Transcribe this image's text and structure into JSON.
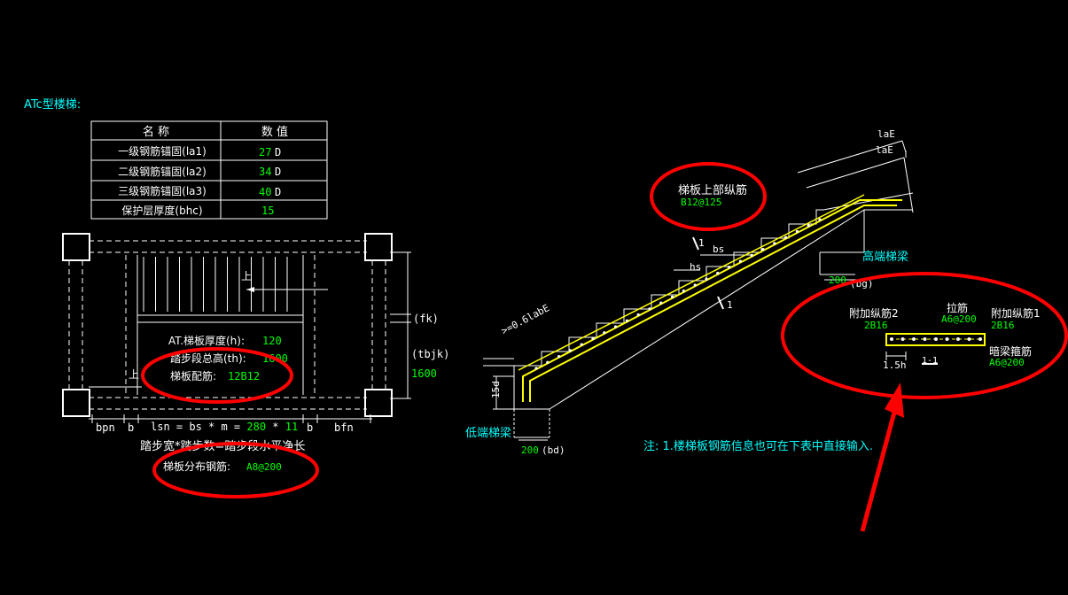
{
  "title": "ATc型楼梯:",
  "table": {
    "headers": [
      "名  称",
      "数  值"
    ],
    "rows": [
      {
        "name": "一级钢筋锚固(la1)",
        "value": "27",
        "unit": "D"
      },
      {
        "name": "二级钢筋锚固(la2)",
        "value": "34",
        "unit": "D"
      },
      {
        "name": "三级钢筋锚固(la3)",
        "value": "40",
        "unit": "D"
      },
      {
        "name": "保护层厚度(bhc)",
        "value": "15",
        "unit": ""
      }
    ]
  },
  "plan": {
    "up_label": "上",
    "up_label2": "上",
    "thickness_label": "AT.梯板厚度(h):",
    "thickness_value": "120",
    "height_label": "踏步段总高(th):",
    "height_value": "1600",
    "rebar_label": "梯板配筋:",
    "rebar_value": "12B12",
    "fk": "(fk)",
    "tbjk": "(tbjk)",
    "width_value": "1600",
    "bpn": "bpn",
    "b1": "b",
    "b2": "b",
    "bfn": "bfn",
    "lsn_prefix": "lsn = bs * m = ",
    "lsn_bs": "280",
    "lsn_mid": " * ",
    "lsn_m": "11",
    "caption": "踏步宽*踏步数=踏步段水平净长",
    "dist_label": "梯板分布钢筋:",
    "dist_value": "A8@200"
  },
  "section": {
    "top_rebar_label": "梯板上部纵筋",
    "top_rebar_value": "B12@125",
    "lae1": "laE",
    "lae2": "laE",
    "bs": "bs",
    "hs": "hs",
    "one_a": "1",
    "one_b": "1",
    "high_beam": "高端梯梁",
    "bg_value": "200",
    "bg_label": "(bg)",
    "lae_factor": ">=0.6labE",
    "d15": "15d",
    "low_beam": "低端梯梁",
    "bd_value": "200",
    "bd_label": "(bd)"
  },
  "detail": {
    "add1_label": "附加纵筋2",
    "add1_value": "2B16",
    "tie_label": "拉筋",
    "tie_value": "A6@200",
    "add2_label": "附加纵筋1",
    "add2_value": "2B16",
    "stirrup_label": "暗梁箍筋",
    "stirrup_value": "A6@200",
    "dim": "1.5h",
    "cut": "1-1"
  },
  "note": "注: 1.楼梯板钢筋信息也可在下表中直接输入.",
  "colors": {
    "background": "#000000",
    "line": "#ffffff",
    "label": "#ffffff",
    "value": "#00ff00",
    "title": "#00ffff",
    "rebar": "#ffff00",
    "highlight": "#ff0000"
  }
}
